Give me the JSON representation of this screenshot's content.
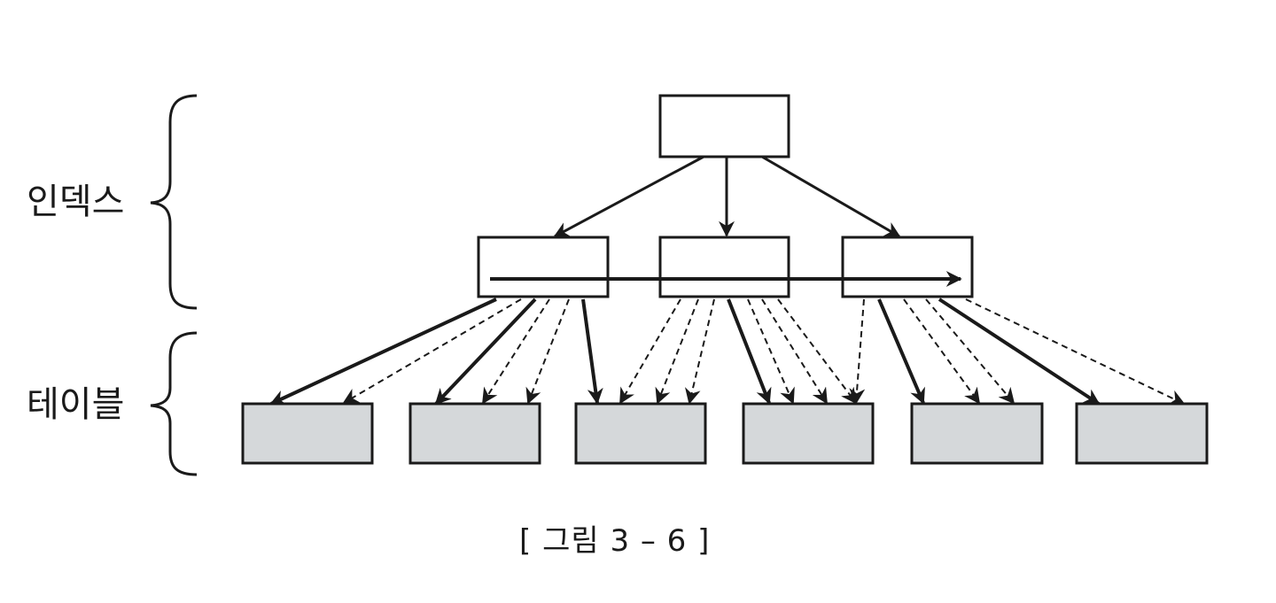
{
  "labels": {
    "index": "인덱스",
    "table": "테이블"
  },
  "caption": "[ 그림 3 – 6 ]",
  "colors": {
    "ink": "#1a1a1a",
    "index_box_fill": "#ffffff",
    "table_box_fill": "#d5d8da"
  },
  "structure": {
    "root_nodes": 1,
    "branch_nodes": 3,
    "table_blocks": 6,
    "arrow_styles": [
      "solid",
      "dashed"
    ]
  }
}
